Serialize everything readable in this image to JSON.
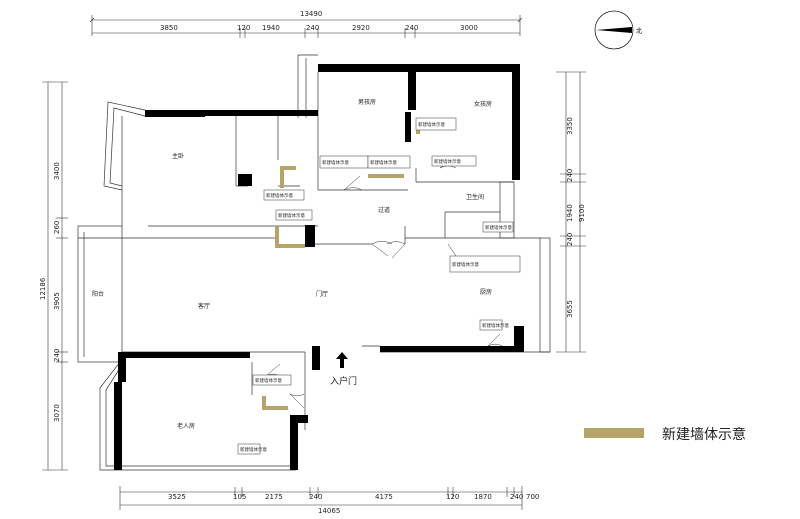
{
  "dims_top": {
    "total": "13490",
    "seg": [
      "3850",
      "120",
      "1940",
      "240",
      "2920",
      "240",
      "3000"
    ]
  },
  "dims_bottom": {
    "total": "14065",
    "seg": [
      "3525",
      "105",
      "2175",
      "240",
      "4175",
      "120",
      "1870",
      "240",
      "700"
    ]
  },
  "dims_left": {
    "total": "12186",
    "seg": [
      "3400",
      "260",
      "3905",
      "240",
      "3070"
    ]
  },
  "dims_right": {
    "total": "9100",
    "seg": [
      "3350",
      "240",
      "1940",
      "240",
      "3655"
    ]
  },
  "compass_label": "北",
  "rooms": {
    "master_bedroom": "主卧",
    "boy_room": "男孩房",
    "girl_room": "女孩房",
    "corridor": "过道",
    "bathroom": "卫生间",
    "balcony": "阳台",
    "living_room": "客厅",
    "foyer": "门厅",
    "kitchen": "厨房",
    "elder_room": "老人房",
    "entrance": "入户门"
  },
  "notes": {
    "n1": "新建墙体示意",
    "n2": "新建墙体示意",
    "n3": "新建墙体示意",
    "n4": "新建墙体示意",
    "n5": "新建墙体示意",
    "n6": "新建墙体示意",
    "n7": "新建墙体示意",
    "n8": "新建墙体示意",
    "n9": "新建墙体示意",
    "n10": "新建墙体示意",
    "n11": "新建墙体示意"
  },
  "legend": {
    "label": "新建墙体示意",
    "color": "#b5a46a"
  },
  "colors": {
    "wall": "#000000",
    "new_wall": "#b5a46a",
    "line": "#333333"
  }
}
